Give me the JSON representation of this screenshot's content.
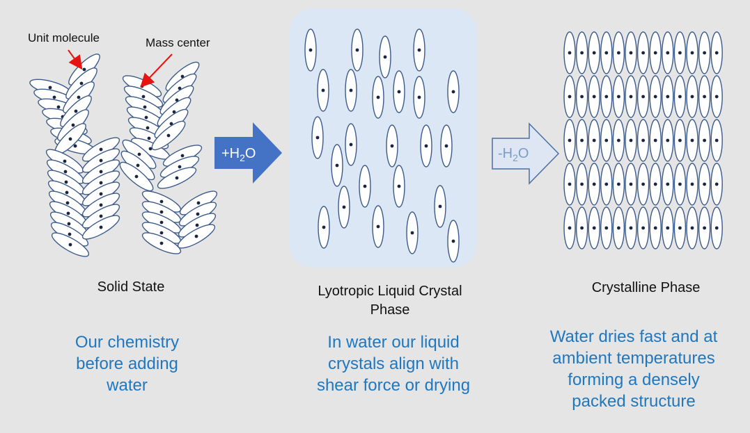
{
  "callouts": {
    "unit_molecule": "Unit molecule",
    "mass_center": "Mass center"
  },
  "arrows": {
    "add_water": {
      "prefix": "+H",
      "sub": "2",
      "suffix": "O",
      "fill": "#4472c4"
    },
    "remove_water": {
      "prefix": "-H",
      "sub": "2",
      "suffix": "O",
      "fill": "#dde6f2"
    }
  },
  "panels": {
    "solid": {
      "title": "Solid State",
      "description": [
        "Our chemistry",
        "before adding",
        "water"
      ]
    },
    "liquid_crystal": {
      "title": [
        "Lyotropic Liquid Crystal",
        "Phase"
      ],
      "description": [
        "In water our liquid",
        "crystals align with",
        "shear force or drying"
      ],
      "background": "#dce7f5"
    },
    "crystalline": {
      "title": "Crystalline Phase",
      "description": [
        "Water dries fast and at",
        "ambient temperatures",
        "forming a densely",
        "packed structure"
      ]
    }
  },
  "colors": {
    "molecule_stroke": "#3b5a8a",
    "callout_arrow": "#e8130f",
    "description_text": "#1f77c0"
  }
}
